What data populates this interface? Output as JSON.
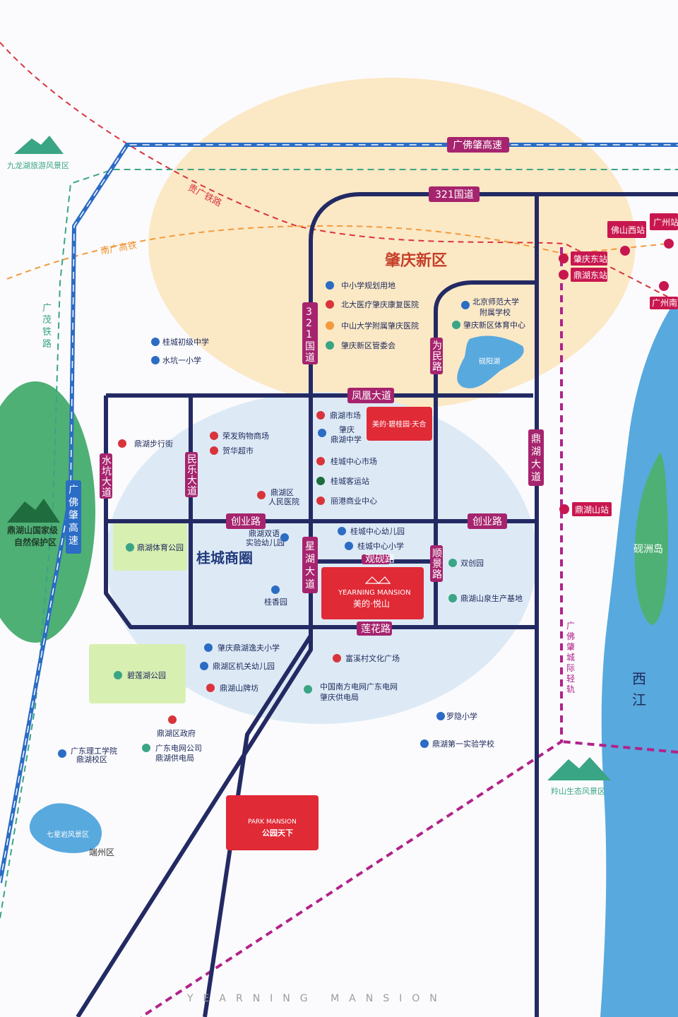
{
  "districts": {
    "zhaoqing_new": "肇庆新区",
    "guicheng": "桂城商圈",
    "duanzhou": "端州区"
  },
  "roads": {
    "guangfozhao_highway_top": "广佛肇高速",
    "guangfozhao_highway_left": "广佛肇高速",
    "road321": "321国道",
    "road321_vertical": "321国道",
    "fenghuang": "凤凰大道",
    "chuangye_left": "创业路",
    "chuangye_right": "创业路",
    "lianhua": "莲花路",
    "xinghu": "星湖大道",
    "dinghu": "鼎湖大道",
    "weimin": "为民路",
    "shunjing": "顺景路",
    "shuikeng": "水坑大道",
    "minle": "民乐大道",
    "guanyan": "观砚路",
    "nanguang_rail": "南广高铁",
    "guimao_rail": "贵广铁路",
    "guangmao_rail": "广茂铁路",
    "light_rail": "广佛肇城际轻轨"
  },
  "stations": {
    "zhaoqing_east": "肇庆东站",
    "dinghu_east": "鼎湖东站",
    "dinghu_mountain": "鼎湖山站",
    "foshan_west": "佛山西站",
    "guangzhou": "广州站",
    "guangzhou_south": "广州南站"
  },
  "scenic": {
    "jiulong_lake": "九龙湖旅游风景区",
    "dinghu_reserve_1": "鼎湖山国家级",
    "dinghu_reserve_2": "自然保护区",
    "lingshan": "羚山生态风景区",
    "qixingyan": "七星岩风景区",
    "yanzhou_island": "砚洲岛",
    "xijiang": "西江",
    "yanyang_lake": "砚阳湖"
  },
  "pois": {
    "p_school_plan": "中小学规划用地",
    "p_beida_hospital": "北大医疗肇庆康复医院",
    "p_zhongda_hospital": "中山大学附属肇庆医院",
    "p_committee": "肇庆新区管委会",
    "p_bnu_1": "北京师范大学",
    "p_bnu_2": "附属学校",
    "p_sports_center": "肇庆新区体育中心",
    "p_guicheng_mid": "桂城初级中学",
    "p_shuikeng_primary": "水坑一小学",
    "p_dinghu_walk": "鼎湖步行街",
    "p_rongfa": "荣发购物商场",
    "p_hehua": "贺华超市",
    "p_dinghu_market": "鼎湖市场",
    "p_zq_mid_1": "肇庆",
    "p_zq_mid_2": "鼎湖中学",
    "p_guicheng_market": "桂城中心市场",
    "p_guicheng_bus": "桂城客运站",
    "p_ligang": "丽港商业中心",
    "p_dh_hospital_1": "鼎湖区",
    "p_dh_hospital_2": "人民医院",
    "p_shuangyu_1": "鼎湖双语",
    "p_shuangyu_2": "实验幼儿园",
    "p_gc_kinder": "桂城中心幼儿园",
    "p_gc_primary": "桂城中心小学",
    "p_shuangchuang": "双创园",
    "p_dh_sports_park": "鼎湖体育公园",
    "p_guixiang": "桂香园",
    "p_spring_base": "鼎湖山泉生产基地",
    "p_yifu": "肇庆鼎湖逸夫小学",
    "p_jiguan_kinder": "鼎湖区机关幼儿园",
    "p_paifang": "鼎湖山牌坊",
    "p_fuxi": "富溪村文化广场",
    "p_grid_1": "中国南方电网广东电网",
    "p_grid_2": "肇庆供电局",
    "p_biliang": "碧莲湖公园",
    "p_gov": "鼎湖区政府",
    "p_gd_grid_1": "广东电网公司",
    "p_gd_grid_2": "鼎湖供电局",
    "p_gdut_1": "广东理工学院",
    "p_gdut_2": "鼎湖校区",
    "p_luoyin": "罗隐小学",
    "p_exp_school": "鼎湖第一实验学校"
  },
  "projects": {
    "tianhe": "美的·碧桂园·天合",
    "yearning_en": "YEARNING MANSION",
    "yearning_cn": "美的·悦山",
    "park_en": "PARK MANSION",
    "park_cn": "公园天下"
  },
  "footer": "YEARNING MANSION",
  "colors": {
    "road": "#232a63",
    "highway": "#2b6cc4",
    "rail_green": "#3aa585",
    "rail_orange": "#f39a3b",
    "rail_red": "#d9343b",
    "light_rail": "#b1238a",
    "river": "#58a9de",
    "zone_yellow": "#fbe8c5",
    "zone_blue": "#dbe9f6",
    "park_green": "#d8efb2",
    "project_red": "#e02a36"
  }
}
